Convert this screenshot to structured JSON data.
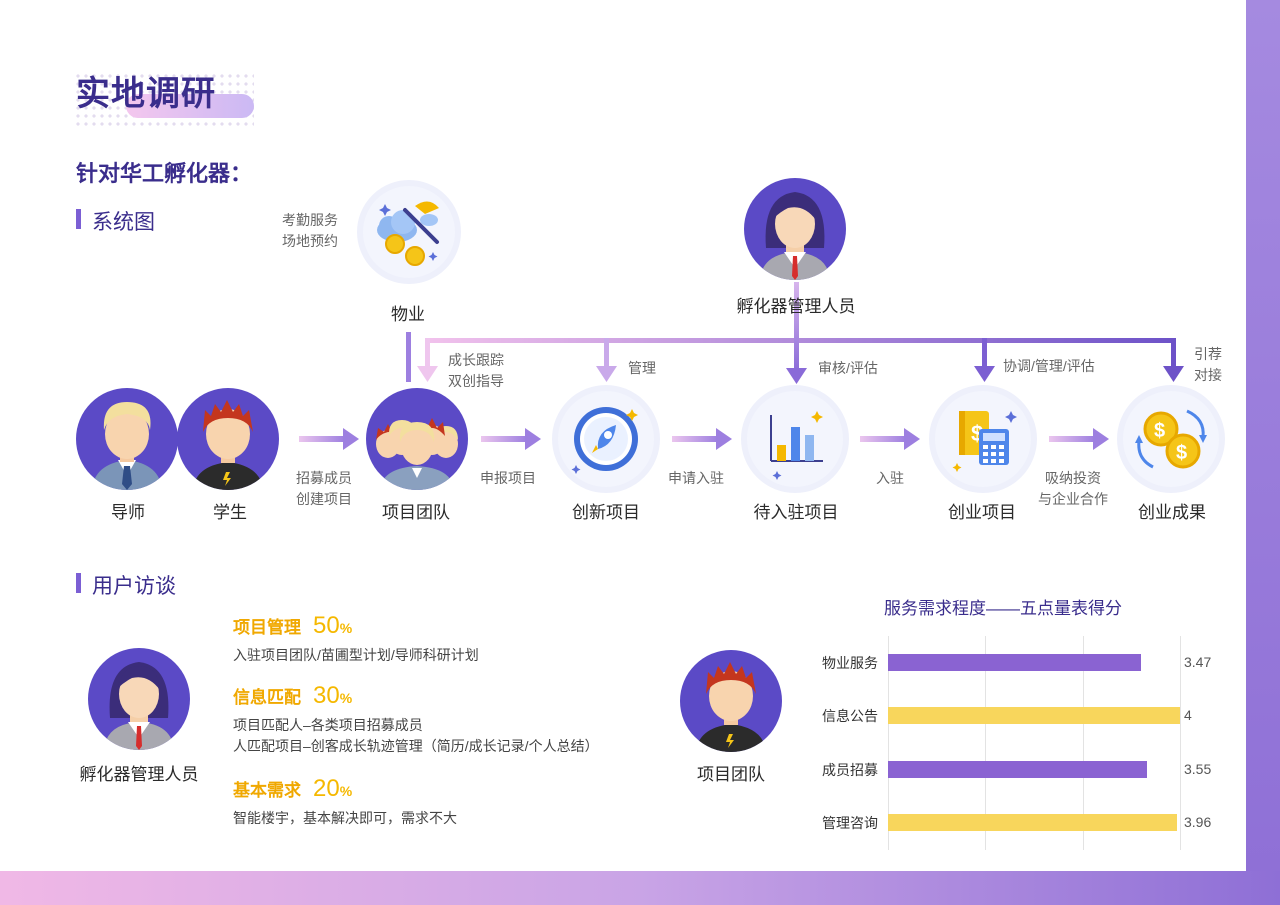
{
  "title": "实地调研",
  "subtitle": "针对华工孵化器：",
  "sections": {
    "system": "系统图",
    "interview": "用户访谈"
  },
  "diagram": {
    "nodes": {
      "mentor": "导师",
      "student": "学生",
      "team": "项目团队",
      "innovation": "创新项目",
      "pending": "待入驻项目",
      "startup": "创业项目",
      "results": "创业成果",
      "property": "物业",
      "manager": "孵化器管理人员"
    },
    "property_services": [
      "考勤服务",
      "场地预约"
    ],
    "edge_labels": {
      "recruit": [
        "招募成员",
        "创建项目"
      ],
      "apply": "申报项目",
      "apply_entry": "申请入驻",
      "enter": "入驻",
      "absorb": [
        "吸纳投资",
        "与企业合作"
      ],
      "growth": [
        "成长跟踪",
        "双创指导"
      ],
      "manage": "管理",
      "review": "审核/评估",
      "coordinate": "协调/管理/评估",
      "refer": [
        "引荐",
        "对接"
      ]
    },
    "colors": {
      "primary": "#5b4ac6",
      "arrow_start": "#ebc6ee",
      "arrow_end": "#9d7fe0"
    }
  },
  "interview": {
    "left_person": "孵化器管理人员",
    "right_person": "项目团队",
    "items": [
      {
        "title": "项目管理",
        "pct": "50",
        "sign": "%",
        "lines": [
          "入驻项目团队/苗圃型计划/导师科研计划"
        ]
      },
      {
        "title": "信息匹配",
        "pct": "30",
        "sign": "%",
        "lines": [
          "项目匹配人–各类项目招募成员",
          "人匹配项目–创客成长轨迹管理（简历/成长记录/个人总结）"
        ]
      },
      {
        "title": "基本需求",
        "pct": "20",
        "sign": "%",
        "lines": [
          "智能楼宇，基本解决即可，需求不大"
        ]
      }
    ]
  },
  "chart_data": {
    "type": "bar",
    "orientation": "horizontal",
    "title": "服务需求程度——五点量表得分",
    "categories": [
      "物业服务",
      "信息公告",
      "成员招募",
      "管理咨询"
    ],
    "values": [
      3.47,
      4,
      3.55,
      3.96
    ],
    "value_labels": [
      "3.47",
      "4",
      "3.55",
      "3.96"
    ],
    "xlim": [
      0,
      4
    ],
    "grid": true,
    "colors": [
      "#8a63d2",
      "#f8d65c",
      "#8a63d2",
      "#f8d65c"
    ]
  }
}
